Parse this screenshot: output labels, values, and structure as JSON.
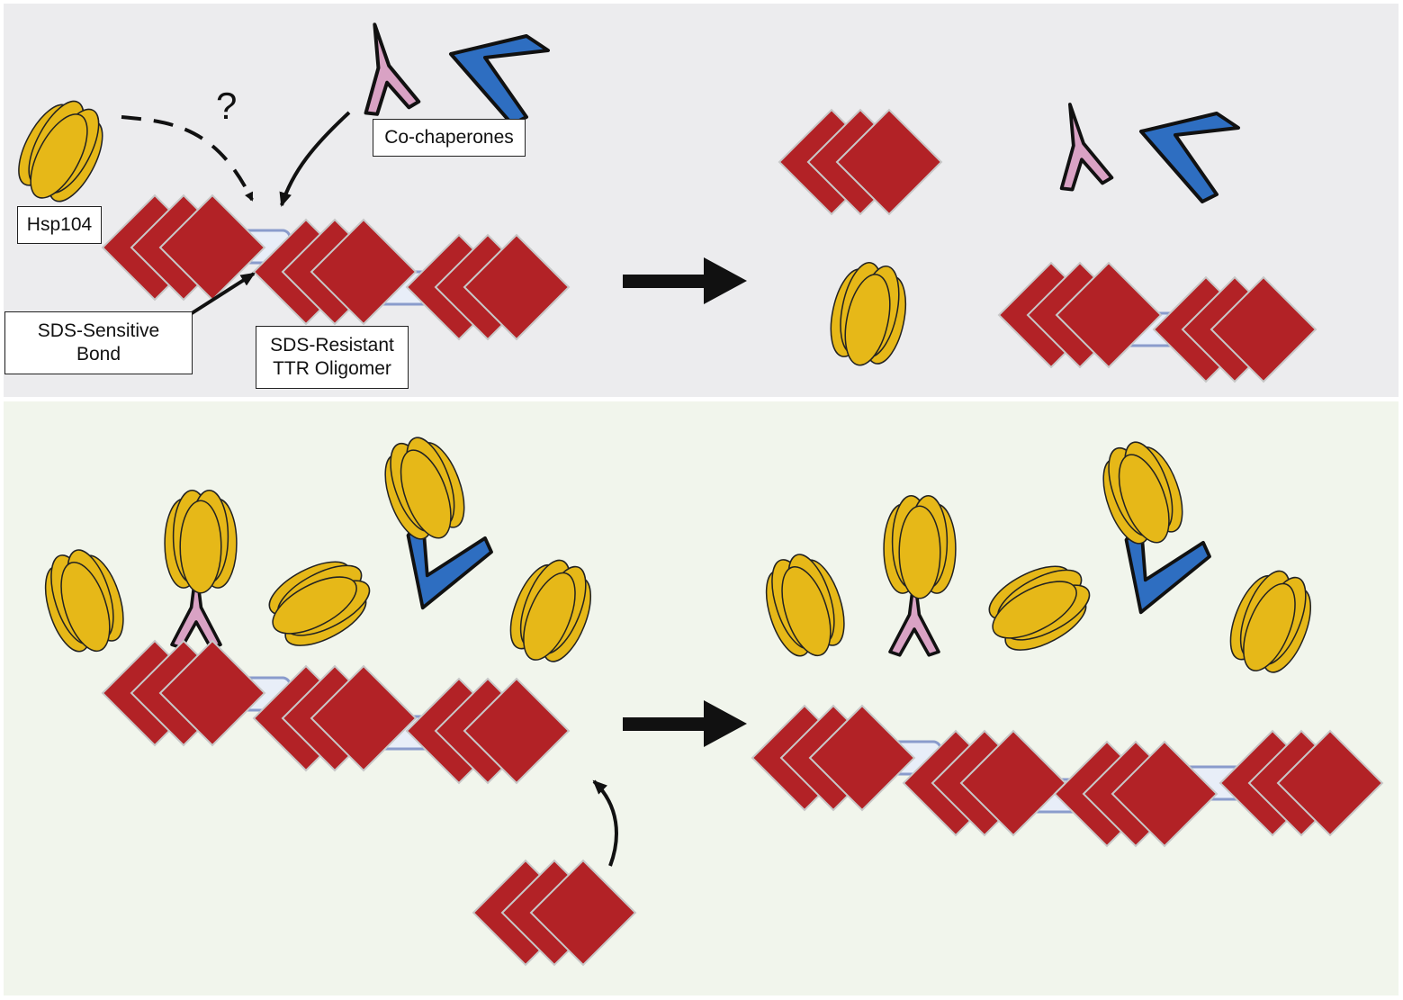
{
  "labels": {
    "hsp104": "Hsp104",
    "co_chaperones": "Co-chaperones",
    "sds_sensitive_bond": "SDS-Sensitive\nBond",
    "sds_resistant_oligomer": "SDS-Resistant\nTTR Oligomer",
    "question_mark": "?"
  },
  "colors": {
    "ttr_red": "#b22226",
    "bond_fill": "#e8eef8",
    "bond_stroke": "#8a9ccc",
    "hsp104_yellow": "#e6b818",
    "pink_cochaperone": "#d9a2c4",
    "blue_cochaperone": "#2e6ec1",
    "arrow": "#111111",
    "top_panel_bg": "#ececee",
    "bottom_panel_bg": "#f1f5ec"
  },
  "icons": [
    "hsp104-hexamer-icon",
    "ttr-tetramer-icon",
    "sds-sensitive-bond-icon",
    "pink-cochaperone-icon",
    "blue-cochaperone-icon",
    "process-arrow-icon"
  ]
}
